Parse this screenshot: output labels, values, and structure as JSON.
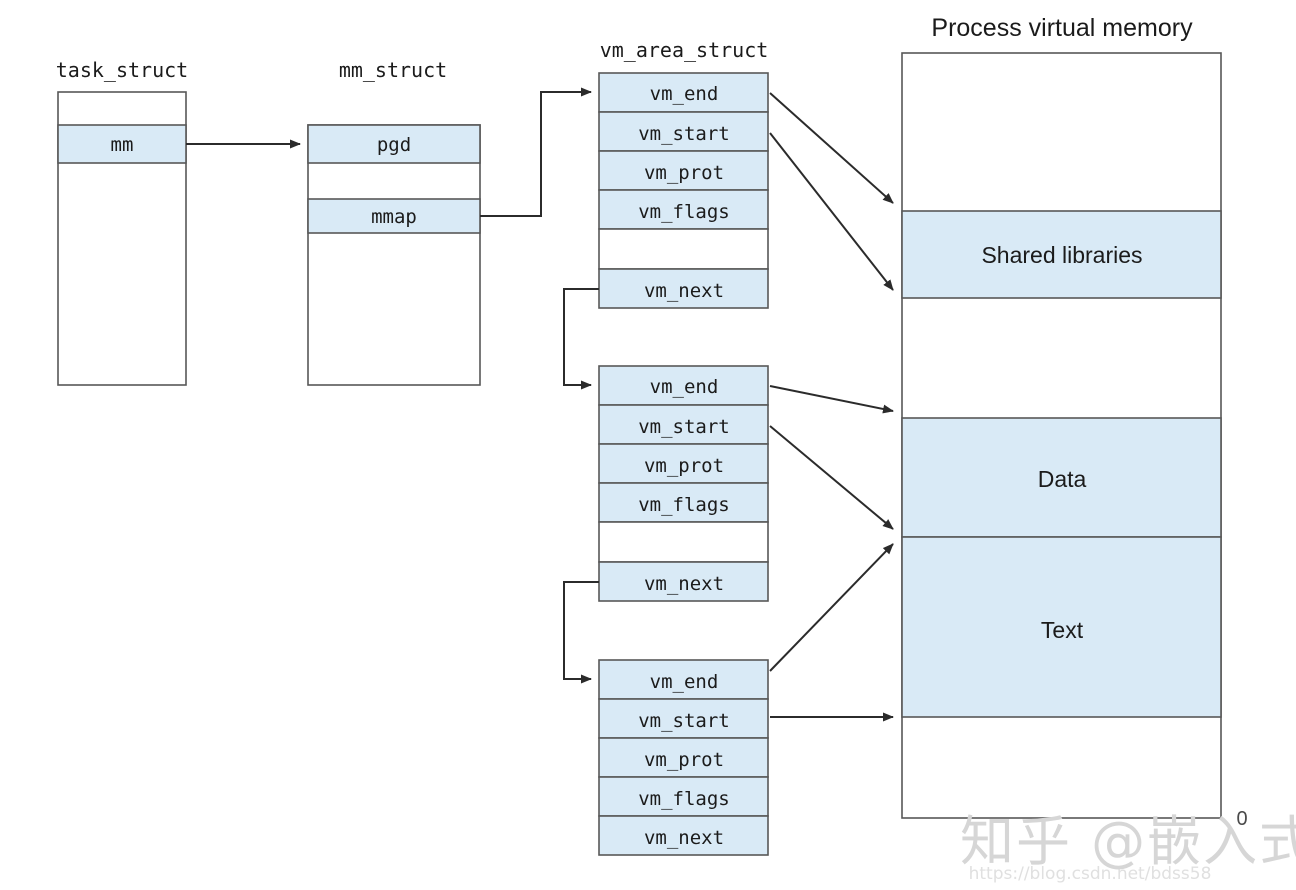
{
  "diagram": {
    "title_task_struct": "task_struct",
    "title_mm_struct": "mm_struct",
    "title_vm_area_struct": "vm_area_struct",
    "title_process_memory": "Process virtual memory",
    "colors": {
      "field_fill": "#d9eaf6",
      "empty_fill": "#ffffff",
      "stroke": "#585858",
      "connector": "#2b2b2b",
      "text": "#1b1b1b"
    }
  },
  "task_struct": {
    "rows": [
      {
        "label": "",
        "filled": false
      },
      {
        "label": "mm",
        "filled": true
      },
      {
        "label": "",
        "filled": false
      }
    ]
  },
  "mm_struct": {
    "rows": [
      {
        "label": "pgd",
        "filled": true
      },
      {
        "label": "",
        "filled": false
      },
      {
        "label": "mmap",
        "filled": true
      },
      {
        "label": "",
        "filled": false
      }
    ]
  },
  "vm_area_structs": [
    {
      "name": "vma-shared-libraries",
      "rows": [
        {
          "label": "vm_end",
          "filled": true
        },
        {
          "label": "vm_start",
          "filled": true
        },
        {
          "label": "vm_prot",
          "filled": true
        },
        {
          "label": "vm_flags",
          "filled": true
        },
        {
          "label": "",
          "filled": false
        },
        {
          "label": "vm_next",
          "filled": true
        }
      ]
    },
    {
      "name": "vma-data",
      "rows": [
        {
          "label": "vm_end",
          "filled": true
        },
        {
          "label": "vm_start",
          "filled": true
        },
        {
          "label": "vm_prot",
          "filled": true
        },
        {
          "label": "vm_flags",
          "filled": true
        },
        {
          "label": "",
          "filled": false
        },
        {
          "label": "vm_next",
          "filled": true
        }
      ]
    },
    {
      "name": "vma-text",
      "rows": [
        {
          "label": "vm_end",
          "filled": true
        },
        {
          "label": "vm_start",
          "filled": true
        },
        {
          "label": "vm_prot",
          "filled": true
        },
        {
          "label": "vm_flags",
          "filled": true
        },
        {
          "label": "vm_next",
          "filled": true
        }
      ]
    }
  ],
  "process_memory": {
    "regions": [
      {
        "label": "",
        "filled": false
      },
      {
        "label": "Shared libraries",
        "filled": true
      },
      {
        "label": "",
        "filled": false
      },
      {
        "label": "Data",
        "filled": true
      },
      {
        "label": "Text",
        "filled": true
      },
      {
        "label": "",
        "filled": false
      }
    ],
    "base_address_label": "0"
  },
  "watermark": {
    "main": "知乎 @嵌入式内核",
    "sub": "https://blog.csdn.net/bdss58"
  }
}
